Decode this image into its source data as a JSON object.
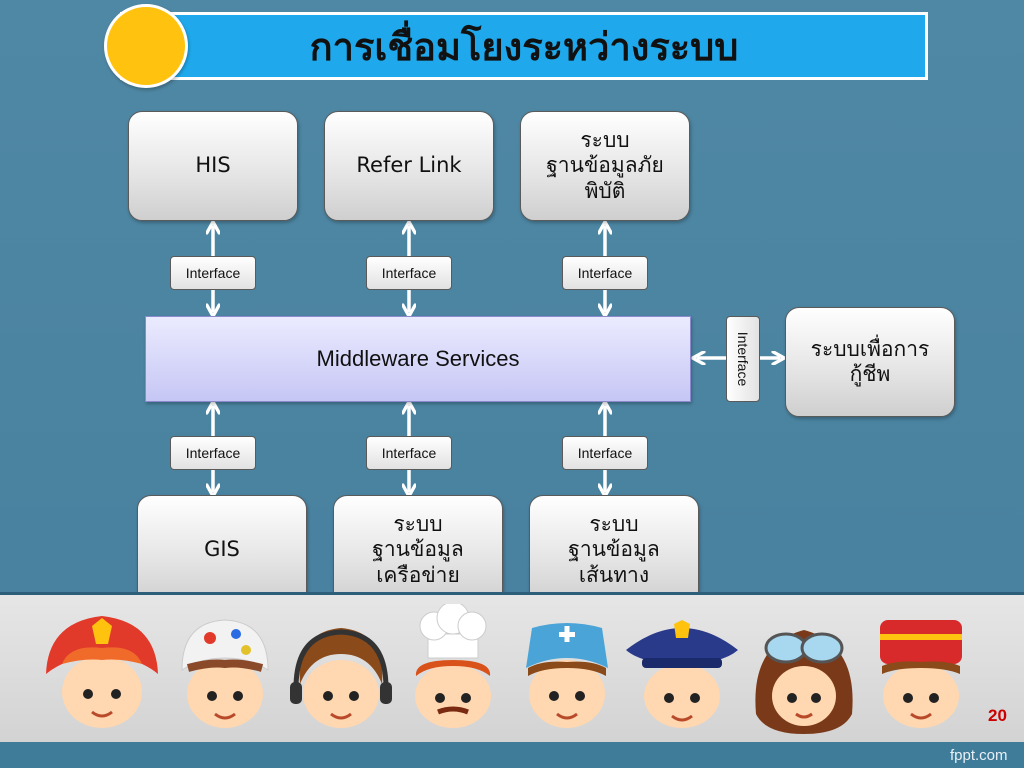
{
  "slide": {
    "title": "การเชื่อมโยงระหว่างระบบ",
    "page_number": "20",
    "watermark": "fppt.com"
  },
  "systems": {
    "his": "HIS",
    "refer_link": "Refer Link",
    "disaster_db": "ระบบ\nฐานข้อมูลภัย\nพิบัติ",
    "rescue": "ระบบเพื่อการ\nกู้ชีพ",
    "gis": "GIS",
    "network_db": "ระบบ\nฐานข้อมูล\nเครือข่าย",
    "route_db": "ระบบ\nฐานข้อมูล\nเส้นทาง"
  },
  "middleware": {
    "label": "Middleware Services"
  },
  "interfaces": {
    "label": "Interface"
  },
  "colors": {
    "background": "#4a83a0",
    "title_bar": "#1fa9ec",
    "title_circle": "#ffc20e",
    "middleware_fill": "#c6c6f5",
    "page_number": "#cc0000"
  },
  "characters": [
    "firefighter-kid-icon",
    "painter-kid-icon",
    "operator-kid-icon",
    "chef-kid-icon",
    "nurse-kid-icon",
    "police-kid-icon",
    "pilot-kid-icon",
    "bellhop-kid-icon"
  ]
}
